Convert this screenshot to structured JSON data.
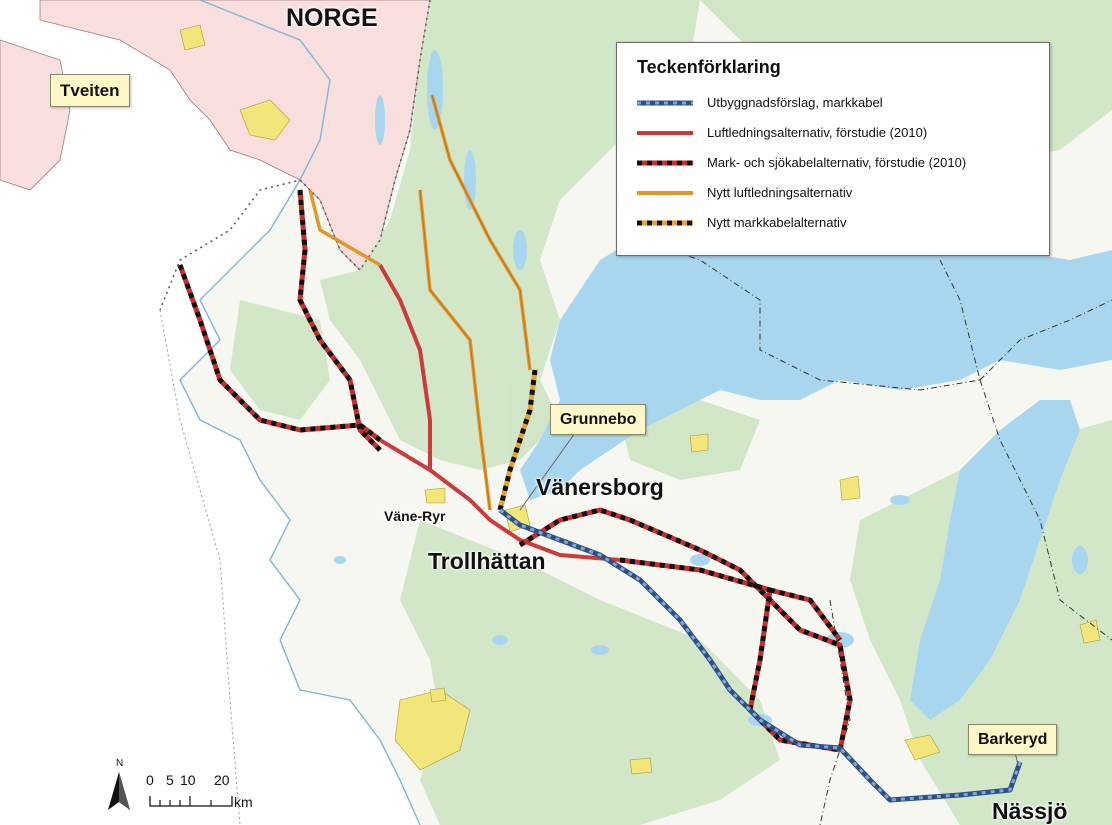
{
  "map_labels": {
    "norge": "NORGE",
    "vanersborg": "Vänersborg",
    "trollhattan": "Trollhättan",
    "vane_ryr": "Väne-Ryr",
    "nassjo": "Nässjö"
  },
  "place_boxes": {
    "tveiten": "Tveiten",
    "grunnebo": "Grunnebo",
    "barkeryd": "Barkeryd"
  },
  "legend": {
    "title": "Teckenförklaring",
    "items": [
      {
        "label": "Utbyggnadsförslag, markkabel",
        "color": "#2e4f86",
        "dash": "#7fa8d8"
      },
      {
        "label": "Luftledningsalternativ, förstudie (2010)",
        "color": "#cc3a3a",
        "dash": ""
      },
      {
        "label": "Mark- och sjökabelalternativ, förstudie (2010)",
        "color": "#cc2b2b",
        "dash": "#111111"
      },
      {
        "label": "Nytt luftledningsalternativ",
        "color": "#e0962a",
        "dash": ""
      },
      {
        "label": "Nytt markkabelalternativ",
        "color": "#e8a030",
        "dash": "#111111"
      }
    ]
  },
  "north_arrow": {
    "letter": "N"
  },
  "scale_bar": {
    "ticks": [
      "0",
      "5",
      "10",
      "20"
    ],
    "unit": "km"
  },
  "colors": {
    "sea": "#ffffff",
    "land": "#f7f7f2",
    "forest": "#cfe6c4",
    "lake": "#a9d6ef",
    "norway": "#f9dede",
    "urban": "#f2e57a"
  }
}
